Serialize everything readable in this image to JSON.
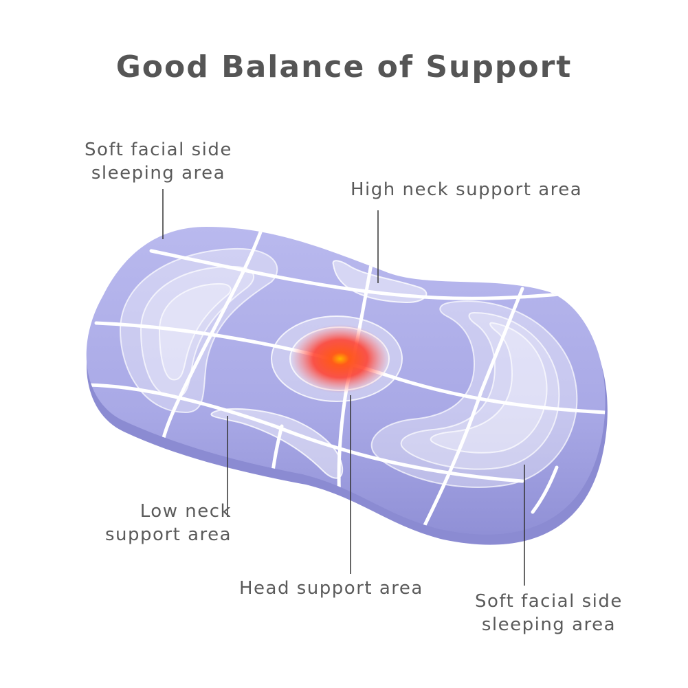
{
  "title": "Good Balance of Support",
  "labels": {
    "soft_facial_left": {
      "line1": "Soft facial side",
      "line2": "sleeping area"
    },
    "high_neck": "High neck support area",
    "low_neck": {
      "line1": "Low neck",
      "line2": "support area"
    },
    "head_support": "Head support area",
    "soft_facial_right": {
      "line1": "Soft facial side",
      "line2": "sleeping area"
    }
  },
  "colors": {
    "pillow": "#aaaae6",
    "pillow_shadow": "#8f8fd6",
    "stitch": "#ffffff",
    "hotspot": "#ff3b1f",
    "text": "#5a5a5a",
    "title": "#555555"
  }
}
